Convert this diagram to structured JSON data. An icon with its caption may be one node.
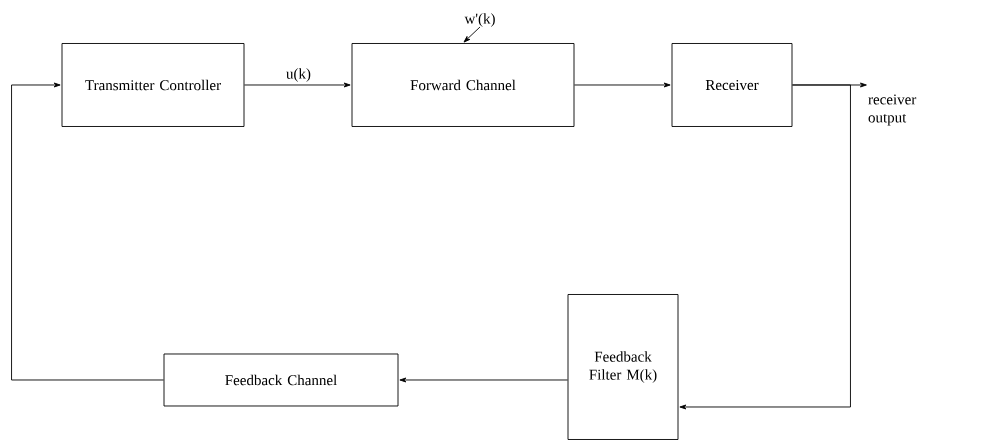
{
  "diagram": {
    "nodes": [
      {
        "text": [
          "Transmitter Controller"
        ]
      },
      {
        "text": [
          "Forward Channel"
        ]
      },
      {
        "text": [
          "Receiver"
        ]
      },
      {
        "text": [
          "Feedback Filter M(k)"
        ]
      },
      {
        "text": [
          "Feedback Channel"
        ]
      },
      {
        "text": [
          "w'(k)"
        ]
      },
      {
        "text": [
          "receiver output"
        ]
      }
    ],
    "edges": [
      {
        "from": 0,
        "to": 1,
        "arrow": "to",
        "label": "u(k)"
      },
      {
        "from": 5,
        "to": 1,
        "arrow": "to"
      },
      {
        "from": 1,
        "to": 2,
        "arrow": "to"
      },
      {
        "from": 2,
        "to": 6,
        "arrow": "to"
      },
      {
        "from": 2,
        "to": 3,
        "arrow": "to"
      },
      {
        "from": 3,
        "to": 4,
        "arrow": "to"
      },
      {
        "from": 4,
        "to": 0,
        "arrow": "to"
      }
    ]
  }
}
